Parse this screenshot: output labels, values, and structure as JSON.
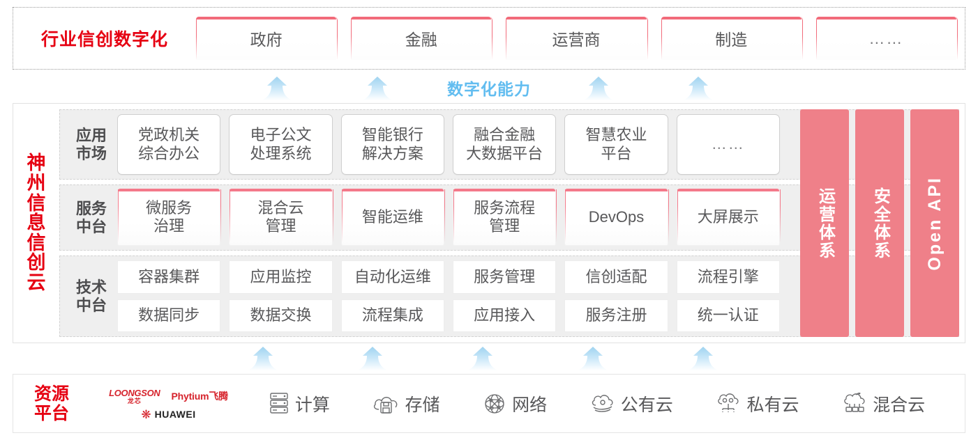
{
  "industry": {
    "title": "行业信创数字化",
    "boxes": [
      {
        "label": "政府"
      },
      {
        "label": "金融"
      },
      {
        "label": "运营商"
      },
      {
        "label": "制造"
      },
      {
        "label": "……"
      }
    ]
  },
  "capability_label": "数字化能力",
  "cloud": {
    "title_chars": [
      "神",
      "州",
      "信",
      "息",
      "信",
      "创",
      "云"
    ],
    "layers": [
      {
        "name": "app-market",
        "label": "应用\n市场",
        "label_lines": [
          "应用",
          "市场"
        ],
        "cells": [
          "党政机关\n综合办公",
          "电子公文\n处理系统",
          "智能银行\n解决方案",
          "融合金融\n大数据平台",
          "智慧农业\n平台",
          "……"
        ],
        "cell_lines": [
          [
            "党政机关",
            "综合办公"
          ],
          [
            "电子公文",
            "处理系统"
          ],
          [
            "智能银行",
            "解决方案"
          ],
          [
            "融合金融",
            "大数据平台"
          ],
          [
            "智慧农业",
            "平台"
          ],
          [
            "……"
          ]
        ]
      },
      {
        "name": "service-platform",
        "label_lines": [
          "服务",
          "中台"
        ],
        "cell_lines": [
          [
            "微服务",
            "治理"
          ],
          [
            "混合云",
            "管理"
          ],
          [
            "智能运维"
          ],
          [
            "服务流程",
            "管理"
          ],
          [
            "DevOps"
          ],
          [
            "大屏展示"
          ]
        ]
      },
      {
        "name": "tech-platform",
        "label_lines": [
          "技术",
          "中台"
        ],
        "row1": [
          "容器集群",
          "应用监控",
          "自动化运维",
          "服务管理",
          "信创适配",
          "流程引擎"
        ],
        "row2": [
          "数据同步",
          "数据交换",
          "流程集成",
          "应用接入",
          "服务注册",
          "统一认证"
        ]
      }
    ],
    "pillars": [
      {
        "label": "运营体系",
        "type": "cjk"
      },
      {
        "label": "安全体系",
        "type": "cjk"
      },
      {
        "label": "Open API",
        "type": "latin"
      }
    ]
  },
  "resource": {
    "title_lines": [
      "资源",
      "平台"
    ],
    "logos": [
      {
        "name": "loongson",
        "en": "LOONGSON",
        "cn": "龙芯"
      },
      {
        "name": "phytium",
        "text": "Phytium飞腾"
      },
      {
        "name": "huawei",
        "text": "HUAWEI"
      }
    ],
    "items": [
      {
        "icon": "server-icon",
        "label": "计算"
      },
      {
        "icon": "storage-cloud-icon",
        "label": "存储"
      },
      {
        "icon": "network-icon",
        "label": "网络"
      },
      {
        "icon": "public-cloud-icon",
        "label": "公有云"
      },
      {
        "icon": "private-cloud-icon",
        "label": "私有云"
      },
      {
        "icon": "hybrid-cloud-icon",
        "label": "混合云"
      }
    ]
  },
  "colors": {
    "brand_red": "#e60012",
    "pink": "#ef8089",
    "pink_border": "#f4798a",
    "arrow_blue": "#9fd3f0",
    "capability_blue": "#62bdf0",
    "layer_bg": "#efefef"
  }
}
